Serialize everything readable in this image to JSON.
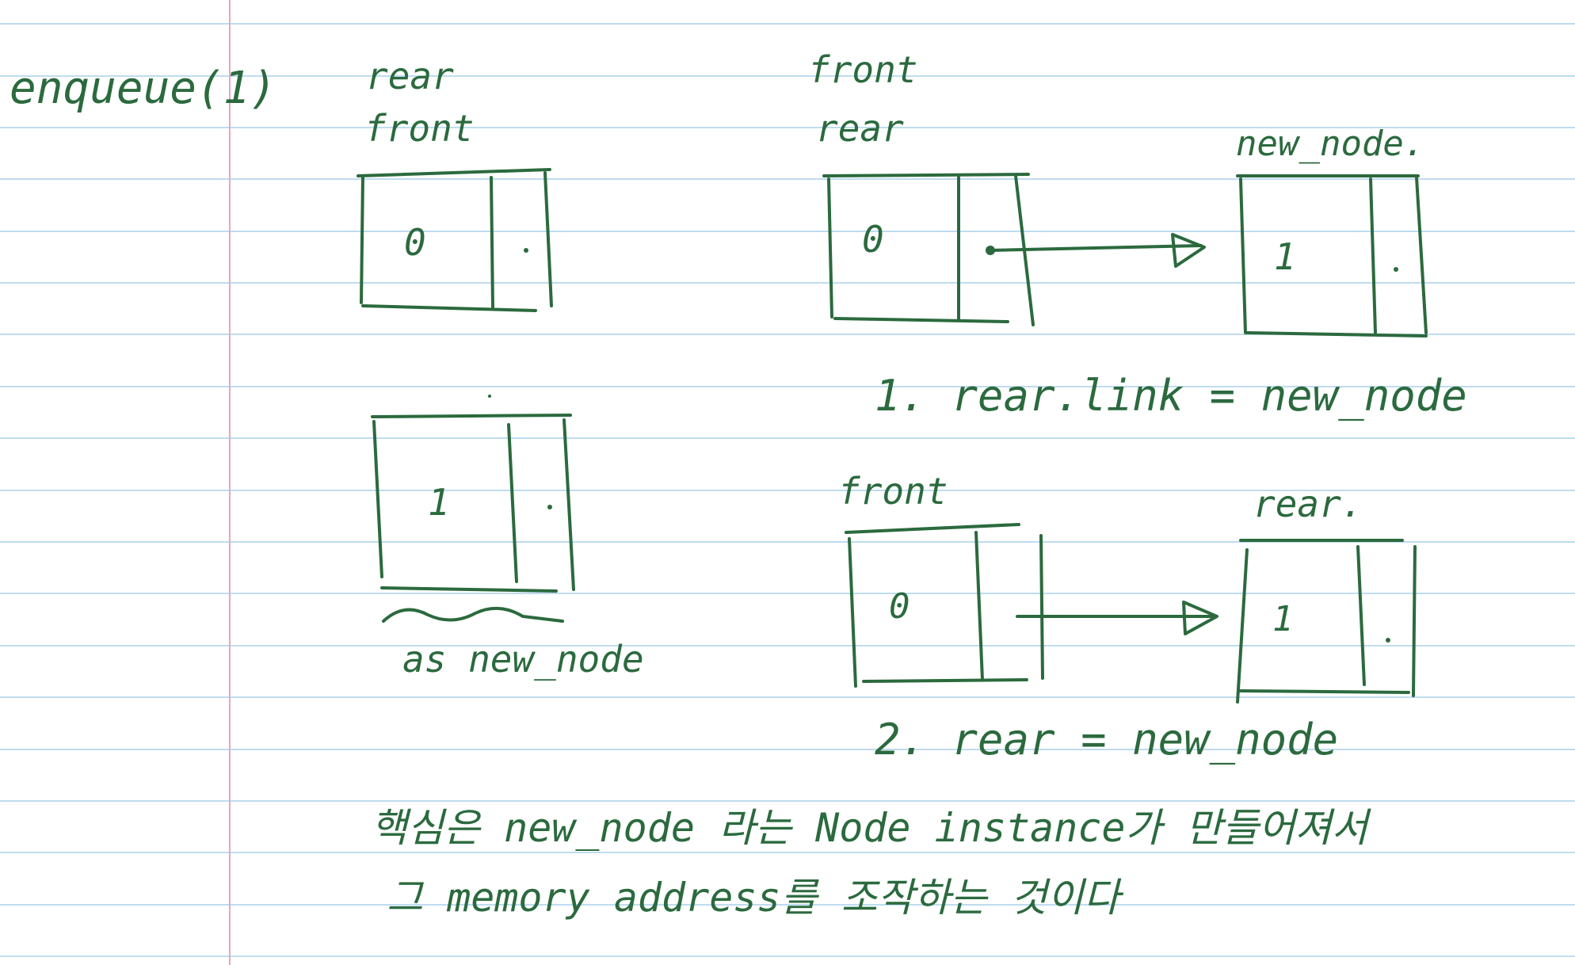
{
  "page": {
    "ink_color": "#2b6a3e",
    "rule_color": "#aad0ea",
    "margin_color": "#e7a7c4",
    "paper_color": "#ffffff"
  },
  "labels": {
    "title": "enqueue(1)",
    "initial_ptrs": {
      "line1": "rear",
      "line2": "front"
    },
    "initial_node": {
      "value": "0"
    },
    "new_node_box": {
      "value": "1",
      "caption": "as new_node"
    },
    "step1": {
      "ptrs": {
        "line1": "front",
        "line2": "rear"
      },
      "new_node_label": "new_node.",
      "node_a": "0",
      "node_b": "1",
      "caption": "1. rear.link = new_node"
    },
    "step2": {
      "front_label": "front",
      "rear_label": "rear.",
      "node_a": "0",
      "node_b": "1",
      "caption": "2. rear = new_node"
    },
    "note": {
      "line1": "핵심은 new_node 라는 Node instance가 만들어져서",
      "line2": "그 memory address를 조작하는 것이다"
    }
  }
}
